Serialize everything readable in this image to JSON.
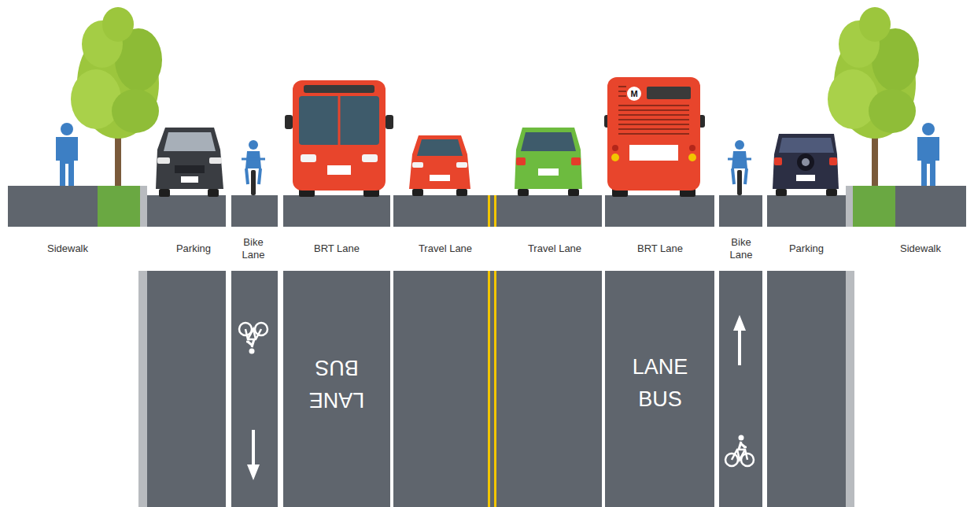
{
  "diagram": {
    "labels": [
      "M",
      "Sidewalk",
      "Parking",
      "Bike Lane",
      "BRT Lane",
      "Travel Lane",
      "Travel Lane",
      "BRT Lane",
      "Bike Lane",
      "Parking",
      "Sidewalk",
      "LANE BUS",
      "LANE BUS"
    ]
  }
}
